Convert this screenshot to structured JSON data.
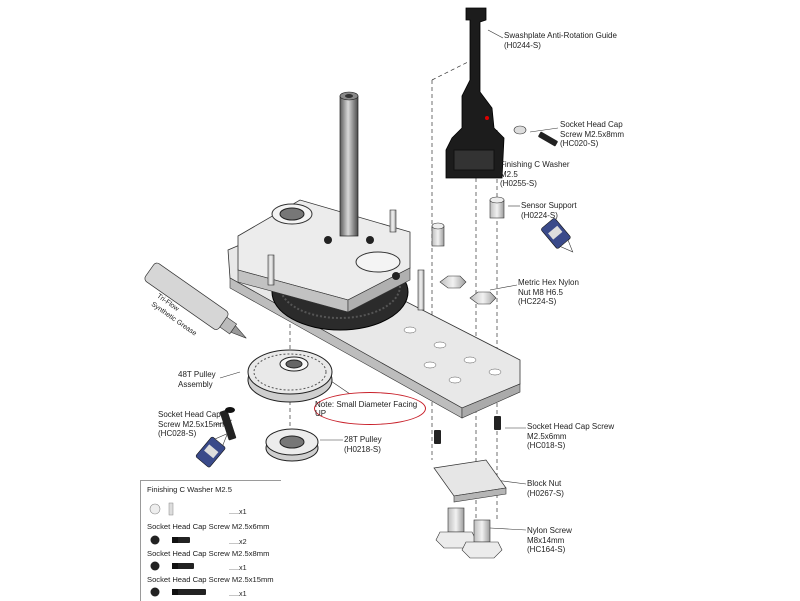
{
  "labels": {
    "anti_rotation": {
      "name": "Swashplate Anti-Rotation Guide",
      "part": "(H0244-S)"
    },
    "socket_cap_8": {
      "line1": "Socket Head Cap",
      "line2": "Screw M2.5x8mm",
      "part": "(HC020-S)"
    },
    "finishing_washer": {
      "line1": "Finishing C Washer",
      "line2": "M2.5",
      "part": "(H0255-S)"
    },
    "sensor_support": {
      "name": "Sensor Support",
      "part": "(H0224-S)"
    },
    "hex_nut": {
      "line1": "Metric Hex Nylon",
      "line2": "Nut M8 H6.5",
      "part": "(HC224-S)"
    },
    "pulley_48t": {
      "line1": "48T Pulley",
      "line2": "Assembly"
    },
    "socket_cap_15": {
      "line1": "Socket Head Cap",
      "line2": "Screw M2.5x15mm",
      "part": "(HC028-S)"
    },
    "pulley_28t": {
      "name": "28T Pulley",
      "part": "(H0218-S)"
    },
    "socket_cap_6": {
      "line1": "Socket Head Cap Screw",
      "line2": "M2.5x6mm",
      "part": "(HC018-S)"
    },
    "block_nut": {
      "name": "Block Nut",
      "part": "(H0267-S)"
    },
    "nylon_screw": {
      "line1": "Nylon Screw",
      "line2": "M8x14mm",
      "part": "(HC164-S)"
    },
    "grease_tube_text": {
      "line1": "Tri-Flow",
      "line2": "Synthetic Grease"
    }
  },
  "note": "Note: Small Diameter Facing UP",
  "legend": [
    {
      "label": "Finishing C Washer M2.5",
      "qty": ".....x1"
    },
    {
      "label": "Socket Head Cap Screw M2.5x6mm",
      "qty": ".....x2"
    },
    {
      "label": "Socket Head Cap Screw M2.5x8mm",
      "qty": ".....x1"
    },
    {
      "label": "Socket Head Cap Screw M2.5x15mm",
      "qty": ".....x1"
    }
  ],
  "colors": {
    "line": "#222222",
    "note_ring": "#c8202a",
    "part_fill": "#e4e4e4",
    "belt": "#2b2b2b",
    "threadlock": "#3a4a8a"
  }
}
